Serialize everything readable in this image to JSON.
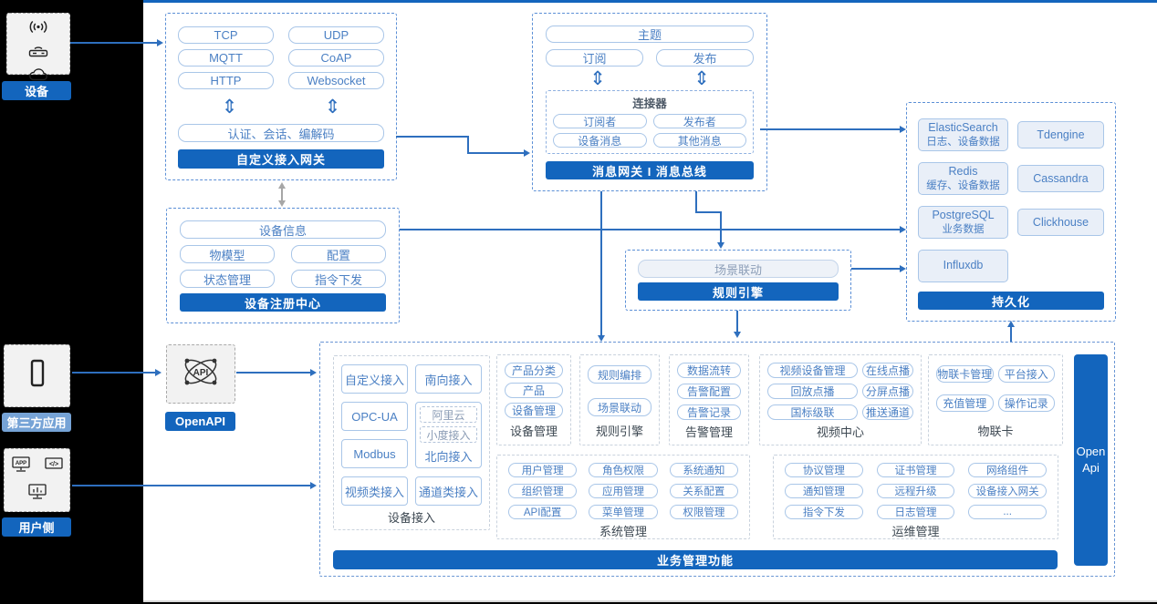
{
  "colors": {
    "accent": "#1365bd",
    "light_accent": "#76a3d6",
    "arrow": "#2e6fbe"
  },
  "sidebar": {
    "groups": [
      {
        "label": "设备",
        "icons": [
          "signal-icon",
          "router-icon",
          "cloud-icon"
        ]
      },
      {
        "label": "第三方应用",
        "icons": [
          "phone-icon"
        ]
      },
      {
        "label": "用户侧",
        "icons": [
          "app-icon",
          "code-icon",
          "chart-icon"
        ]
      }
    ]
  },
  "gateway": {
    "protocols": [
      "TCP",
      "UDP",
      "MQTT",
      "CoAP",
      "HTTP",
      "Websocket"
    ],
    "session_bar": "认证、会话、编解码",
    "title": "自定义接入网关"
  },
  "registry": {
    "top_item": "设备信息",
    "items": [
      "物模型",
      "配置",
      "状态管理",
      "指令下发"
    ],
    "title": "设备注册中心"
  },
  "message_bus": {
    "topic": "主题",
    "subscribe": "订阅",
    "publish": "发布",
    "connector_title": "连接器",
    "connector_items": [
      "订阅者",
      "发布者",
      "设备消息",
      "其他消息"
    ],
    "title": "消息网关 I 消息总线"
  },
  "persistence": {
    "databases_left": [
      {
        "name": "ElasticSearch",
        "desc": "日志、设备数据"
      },
      {
        "name": "Redis",
        "desc": "缓存、设备数据"
      },
      {
        "name": "PostgreSQL",
        "desc": "业务数据"
      },
      {
        "name": "Influxdb",
        "desc": ""
      }
    ],
    "databases_right": [
      "Tdengine",
      "Cassandra",
      "Clickhouse"
    ],
    "title": "持久化"
  },
  "rule_engine": {
    "item": "场景联动",
    "title": "规则引擎"
  },
  "openapi_label": "OpenAPI",
  "business": {
    "title": "业务管理功能",
    "open_api": "Open Api",
    "device_access": {
      "label": "设备接入",
      "col1": [
        "自定义接入",
        "OPC-UA",
        "Modbus",
        "视频类接入"
      ],
      "col2_top": "南向接入",
      "group_dashed": [
        "阿里云",
        "小度接入"
      ],
      "group_label": "北向接入",
      "col2_bottom": "通道类接入"
    },
    "sections": [
      {
        "label": "设备管理",
        "items": [
          "产品分类",
          "产品",
          "设备管理"
        ]
      },
      {
        "label": "规则引擎",
        "items": [
          "规则编排",
          "场景联动"
        ]
      },
      {
        "label": "告警管理",
        "items": [
          "数据流转",
          "告警配置",
          "告警记录"
        ]
      },
      {
        "label": "视频中心",
        "items": [
          "视频设备管理",
          "在线点播",
          "回放点播",
          "分屏点播",
          "国标级联",
          "推送通道"
        ]
      },
      {
        "label": "物联卡",
        "items": [
          "物联卡管理",
          "平台接入",
          "充值管理",
          "操作记录"
        ]
      },
      {
        "label": "系统管理",
        "items": [
          "用户管理",
          "角色权限",
          "系统通知",
          "组织管理",
          "应用管理",
          "关系配置",
          "API配置",
          "菜单管理",
          "权限管理"
        ]
      },
      {
        "label": "运维管理",
        "items": [
          "协议管理",
          "证书管理",
          "网络组件",
          "通知管理",
          "远程升级",
          "设备接入网关",
          "指令下发",
          "日志管理",
          "..."
        ]
      }
    ]
  }
}
